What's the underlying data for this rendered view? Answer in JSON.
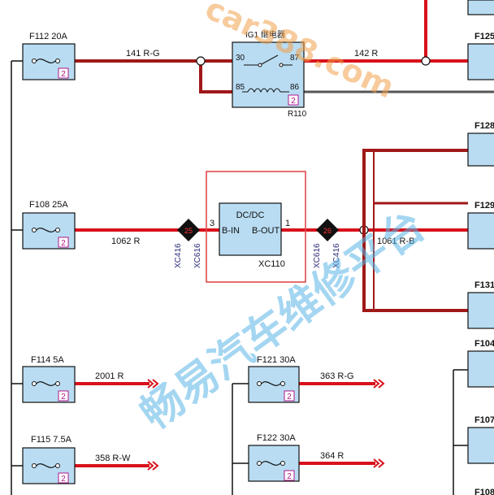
{
  "fuses": [
    {
      "id": "f112",
      "name": "F112 20A",
      "badge": "2"
    },
    {
      "id": "f108",
      "name": "F108 25A",
      "badge": "2"
    },
    {
      "id": "f114",
      "name": "F114 5A",
      "badge": "2"
    },
    {
      "id": "f115",
      "name": "F115 7.5A",
      "badge": "2"
    },
    {
      "id": "f121",
      "name": "F121 30A",
      "badge": "2"
    },
    {
      "id": "f122",
      "name": "F122 30A",
      "badge": "2"
    }
  ],
  "right_fuses": [
    "F125",
    "F128",
    "F129",
    "F131",
    "F104",
    "F107",
    "F108"
  ],
  "wires": {
    "w141": "141 R-G",
    "w142": "142 R",
    "w1062": "1062 R",
    "w1061": "1061 R-B",
    "w2001": "2001 R",
    "w358": "358 R-W",
    "w363": "363 R-G",
    "w364": "364 R"
  },
  "relay": {
    "title": "IG1 继电器",
    "pins": [
      "30",
      "87",
      "85",
      "86"
    ],
    "badge": "2",
    "code": "R110"
  },
  "converter": {
    "title": "DC/DC",
    "in_label": "B-IN",
    "out_label": "B-OUT",
    "in_pin": "3",
    "out_pin": "1",
    "code": "XC110"
  },
  "connectors": {
    "left": {
      "a": "XC416",
      "b": "XC616",
      "pin": "25"
    },
    "right": {
      "a": "XC616",
      "b": "XC416",
      "pin": "26"
    }
  },
  "watermarks": {
    "site": "car388.com",
    "platform": "畅易汽车维修平台"
  },
  "colors": {
    "wire_red": "#d8111b",
    "wire_dark_red": "#a01818",
    "wire_gray": "#555555",
    "box_fill": "#b9dcf2",
    "badge_color": "#b0198a",
    "frame_red": "#e04a4a"
  }
}
